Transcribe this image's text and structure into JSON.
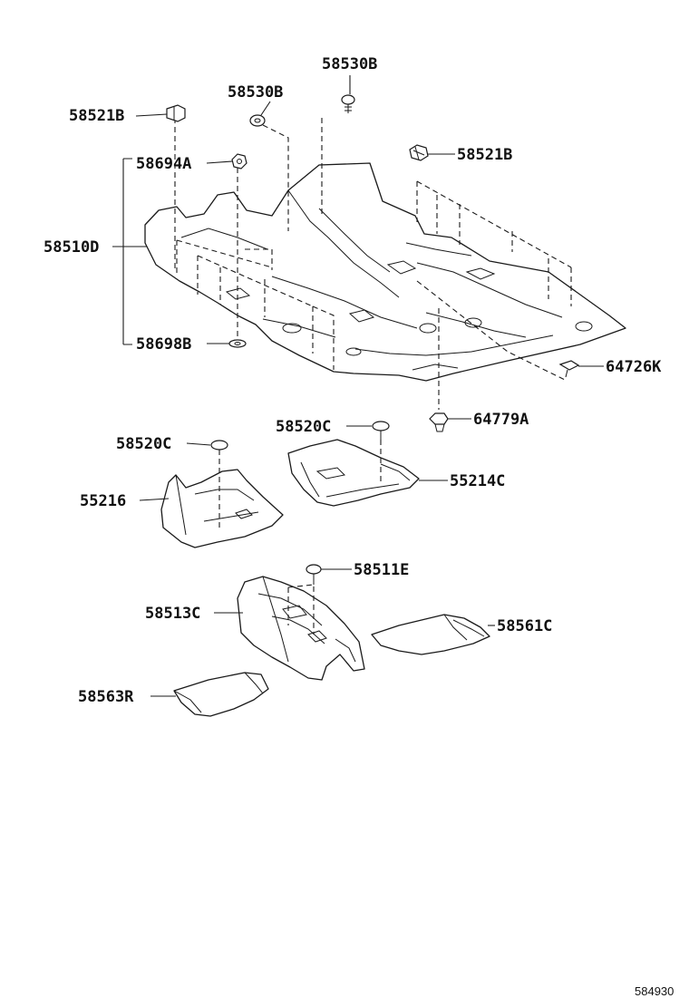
{
  "labels": {
    "p58530B_top": "58530B",
    "p58530B_left": "58530B",
    "p58521B_left": "58521B",
    "p58521B_right": "58521B",
    "p58694A": "58694A",
    "p58510D": "58510D",
    "p58698B": "58698B",
    "p64726K": "64726K",
    "p64779A": "64779A",
    "p58520C_left": "58520C",
    "p58520C_mid": "58520C",
    "p55216": "55216",
    "p55214C": "55214C",
    "p58511E": "58511E",
    "p58513C": "58513C",
    "p58561C": "58561C",
    "p58563R": "58563R"
  },
  "diagram_ref": "584930"
}
